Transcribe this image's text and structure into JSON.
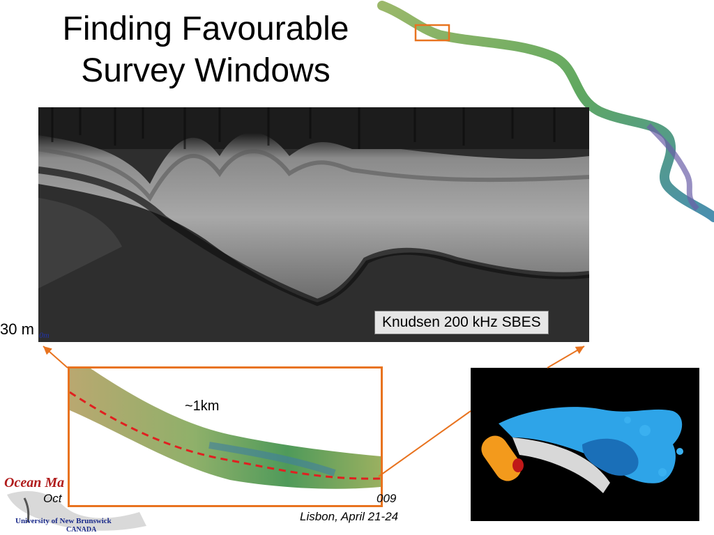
{
  "slide": {
    "title_line1": "Finding Favourable",
    "title_line2": "Survey Windows"
  },
  "echogram": {
    "label": "Knudsen 200 kHz SBES",
    "depth_label": "30 m",
    "depth_small_label": "0m"
  },
  "zoom": {
    "distance_label": "~1km"
  },
  "footer": {
    "left_text": "Oct",
    "right_text_1": "009",
    "right_text_2": "Lisbon, April 21-24"
  },
  "logo": {
    "title": "Ocean Ma",
    "university": "University of New Brunswick",
    "country": "CANADA"
  },
  "colors": {
    "accent": "#e8731f",
    "track": "#e02020",
    "title_text": "#000000"
  }
}
